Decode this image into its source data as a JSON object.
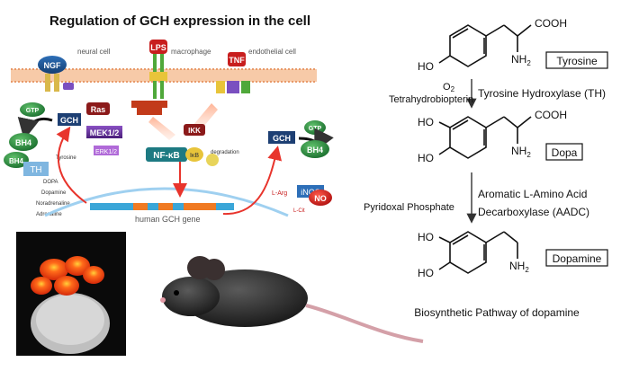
{
  "left_title": "Regulation of GCH expression in the cell",
  "cells": {
    "neural": "neural cell",
    "macrophage": "macrophage",
    "endothelial": "endothelial cell"
  },
  "receptors": {
    "ngf": "NGF",
    "lps": "LPS",
    "tnf": "TNF"
  },
  "signaling": {
    "gtp_left": "GTP",
    "gch_left": "GCH",
    "ras": "Ras",
    "mek": "MEK1/2",
    "erk": "ERK1/2",
    "ikk": "IKK",
    "nfkb": "NF-κB",
    "ikb": "IκB",
    "degradation": "degradation",
    "bh4_top": "BH4",
    "bh4_left": "BH4",
    "th": "TH",
    "gch_right": "GCH",
    "gtp_right": "GTP",
    "bh4_right": "BH4",
    "inos": "iNOS",
    "no": "NO",
    "larg": "L-Arg",
    "lcit": "L-Cit",
    "gene": "human GCH gene"
  },
  "catecholamines": [
    "Tyrosine",
    "DOPA",
    "Dopamine",
    "Noradrenaline",
    "Adrenaline"
  ],
  "pathway": {
    "cooh1": "COOH",
    "nh2_1": "NH",
    "sub2": "2",
    "ho1": "HO",
    "tyrosine": "Tyrosine",
    "o2": "O",
    "o2sub": "2",
    "cofactor": "Tetrahydrobiopterin",
    "enzyme1": "Tyrosine  Hydroxylase  (TH)",
    "ho2a": "HO",
    "ho2b": "HO",
    "cooh2": "COOH",
    "nh2_2": "NH",
    "dopa": "Dopa",
    "pyridoxal": "Pyridoxal Phosphate",
    "enzyme2a": "Aromatic  L-Amino Acid",
    "enzyme2b": "Decarboxylase  (AADC)",
    "ho3a": "HO",
    "ho3b": "HO",
    "nh2_3": "NH",
    "dopamine": "Dopamine",
    "caption": "Biosynthetic  Pathway  of  dopamine"
  },
  "colors": {
    "membrane": "#f2b48a",
    "green": "#1f8a3b",
    "purple": "#6a2fa0",
    "dark_red": "#8b1a1a",
    "arrow_red": "#e8342c",
    "blue_gene": "#3aa6d8",
    "orange_gene": "#f07a22",
    "flower": "#ff4a14",
    "mouse": "#2a2a2a"
  }
}
